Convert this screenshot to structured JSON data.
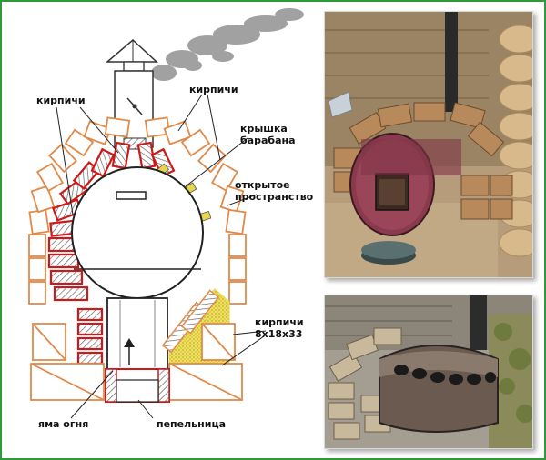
{
  "labels": {
    "bricks_left": "кирпичи",
    "bricks_right": "кирпичи",
    "drum_lid_line1": "крышка",
    "drum_lid_line2": "барабана",
    "open_space_line1": "открытое",
    "open_space_line2": "пространство",
    "bricks_size_line1": "кирпичи",
    "bricks_size_line2": "8х18х33",
    "fire_pit": "яма огня",
    "ash_pan": "пепельница"
  },
  "colors": {
    "border": "#2f9a3a",
    "brick": "#e08a4a",
    "brick_red": "#cc1a1a",
    "sand": "#e8d64a"
  }
}
